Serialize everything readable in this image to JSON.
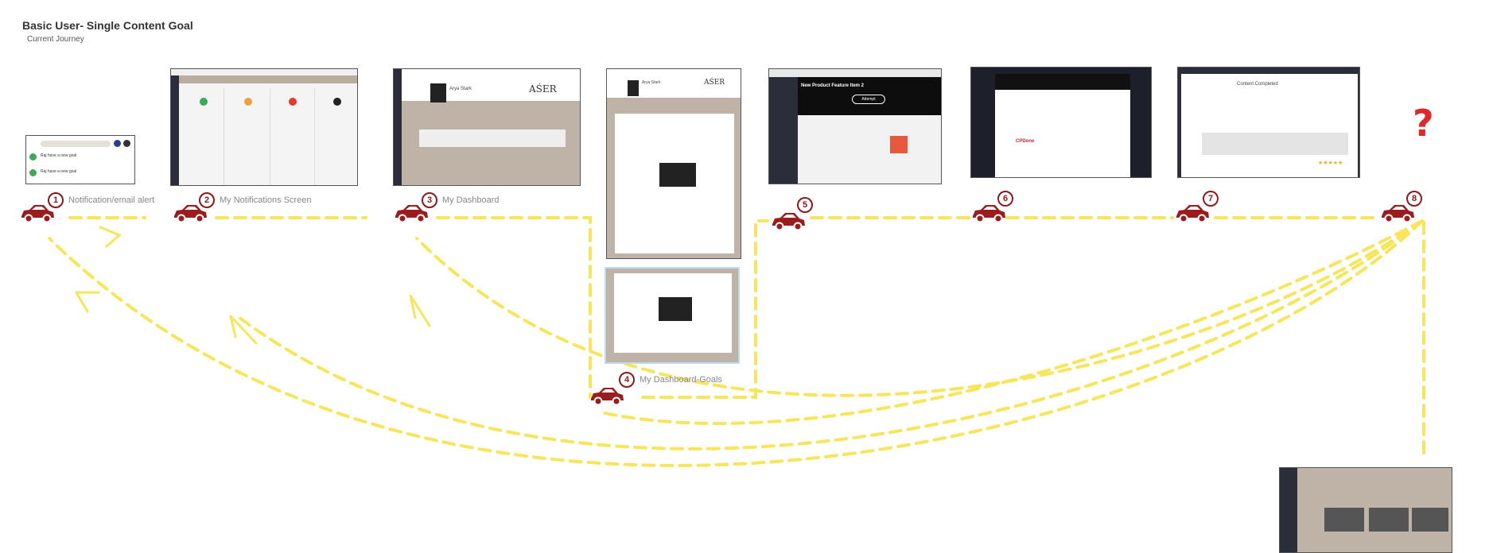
{
  "header": {
    "title": "Basic User- Single Content Goal",
    "subtitle": "Current Journey"
  },
  "steps": [
    {
      "number": "1",
      "label": "Notification/email alert"
    },
    {
      "number": "2",
      "label": "My Notifications Screen"
    },
    {
      "number": "3",
      "label": "My Dashboard"
    },
    {
      "number": "4",
      "label": "My Dashboard-Goals"
    },
    {
      "number": "5",
      "label": ""
    },
    {
      "number": "6",
      "label": ""
    },
    {
      "number": "7",
      "label": ""
    },
    {
      "number": "8",
      "label": ""
    }
  ],
  "question_mark": "?",
  "screens": {
    "notification": {
      "line1": "Raj have a new goal",
      "line2": "Raj have a new goal"
    },
    "dashboard": {
      "user_name": "Arya Stark",
      "logo": "AŚER"
    },
    "dashboard_goals": {
      "user_name": "Arya Stark",
      "logo": "AŚER"
    },
    "feature": {
      "heading": "New Product Feature Item 2",
      "button": "Attempt"
    },
    "cpd": {
      "logo_text": "CPDone"
    },
    "completed": {
      "heading": "Content Completed"
    }
  },
  "colors": {
    "path": "#f7e55a",
    "car": "#9b1c1c",
    "question_mark": "#e02828"
  }
}
